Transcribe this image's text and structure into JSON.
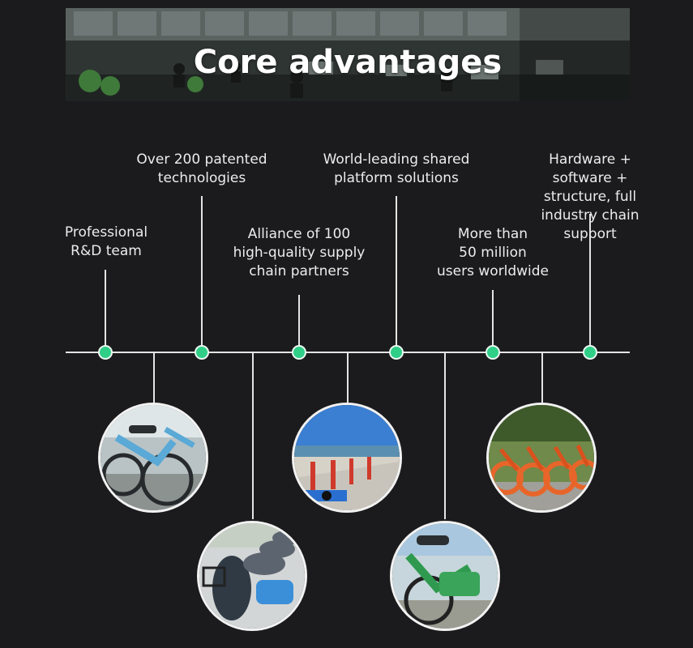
{
  "banner": {
    "title": "Core advantages"
  },
  "milestones": [
    {
      "label": "Professional\nR&D team"
    },
    {
      "label": "Over 200 patented\ntechnologies"
    },
    {
      "label": "Alliance of 100\nhigh-quality supply\nchain partners"
    },
    {
      "label": "World-leading shared\nplatform solutions"
    },
    {
      "label": "More than\n50 million\nusers worldwide"
    },
    {
      "label": "Hardware + software +\nstructure, full\nindustry chain support"
    }
  ],
  "colors": {
    "background": "#1b1b1d",
    "node": "#2fcf88",
    "line": "#e4e4e4",
    "text": "#ececec"
  }
}
